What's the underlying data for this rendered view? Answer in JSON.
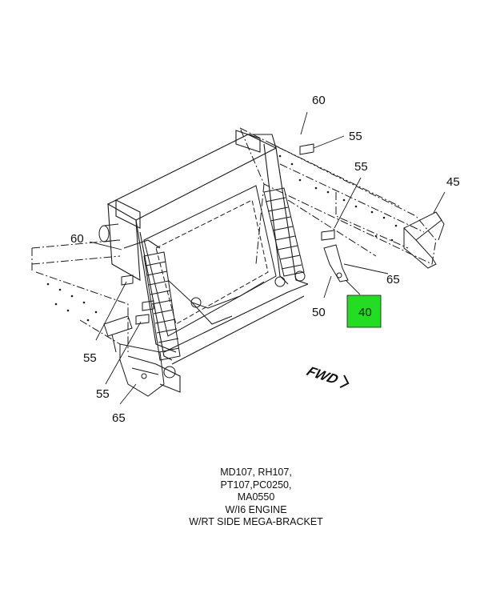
{
  "callouts": {
    "c60_top": "60",
    "c55_top": "55",
    "c55_right": "55",
    "c45": "45",
    "c60_left": "60",
    "c65_right": "65",
    "c50": "50",
    "c40": "40",
    "c55_left1": "55",
    "c55_left2": "55",
    "c65_bottom": "65"
  },
  "direction_label": "FWD",
  "caption": [
    "MD107, RH107,",
    "PT107,PC0250,",
    "MA0550",
    "W/I6 ENGINE",
    "W/RT SIDE MEGA-BRACKET"
  ],
  "colors": {
    "highlight": "#22dd22",
    "line": "#1a1a1a"
  }
}
